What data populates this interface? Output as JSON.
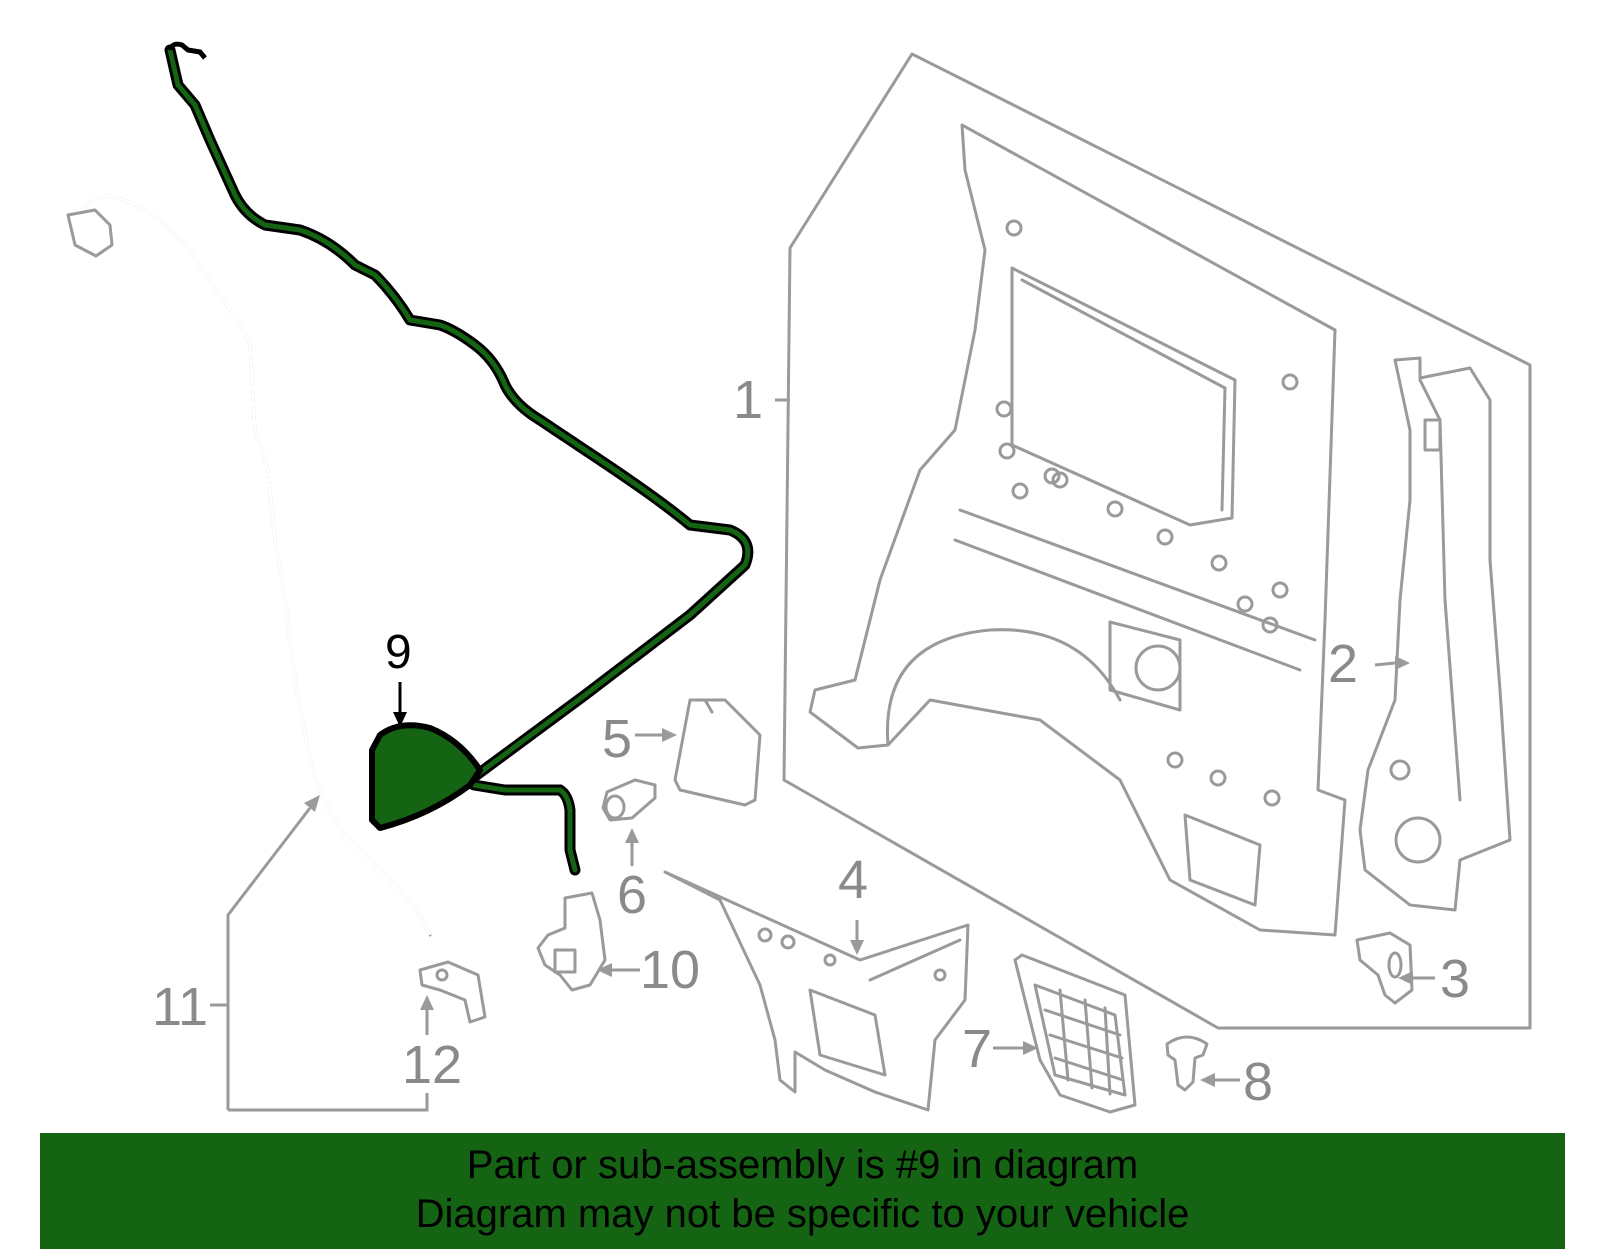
{
  "callouts": {
    "c1": "1",
    "c2": "2",
    "c3": "3",
    "c4": "4",
    "c5": "5",
    "c6": "6",
    "c7": "7",
    "c8": "8",
    "c9": "9",
    "c10": "10",
    "c11": "11",
    "c12": "12"
  },
  "highlighted_part": "9",
  "colors": {
    "highlight": "#146414",
    "linework": "#9a9a9a",
    "callout_text": "#8a8a8a",
    "banner_bg": "#146414"
  },
  "banner": {
    "line1": "Part or sub-assembly is #9 in diagram",
    "line2": "Diagram may not be specific to your vehicle"
  }
}
